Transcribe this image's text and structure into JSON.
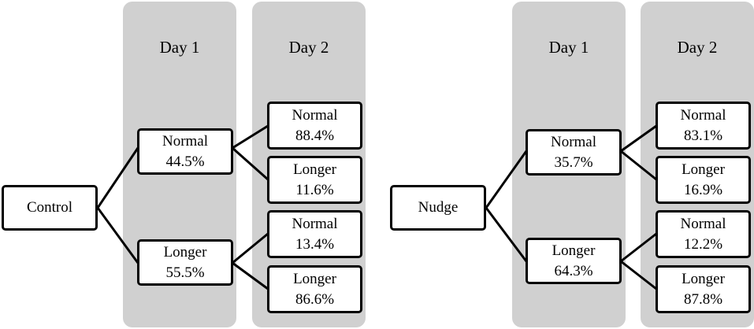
{
  "panels": [
    {
      "root": "Control",
      "columns": [
        "Day 1",
        "Day 2"
      ],
      "day1": [
        {
          "label": "Normal",
          "value": "44.5%",
          "day2": [
            {
              "label": "Normal",
              "value": "88.4%"
            },
            {
              "label": "Longer",
              "value": "11.6%"
            }
          ]
        },
        {
          "label": "Longer",
          "value": "55.5%",
          "day2": [
            {
              "label": "Normal",
              "value": "13.4%"
            },
            {
              "label": "Longer",
              "value": "86.6%"
            }
          ]
        }
      ]
    },
    {
      "root": "Nudge",
      "columns": [
        "Day 1",
        "Day 2"
      ],
      "day1": [
        {
          "label": "Normal",
          "value": "35.7%",
          "day2": [
            {
              "label": "Normal",
              "value": "83.1%"
            },
            {
              "label": "Longer",
              "value": "16.9%"
            }
          ]
        },
        {
          "label": "Longer",
          "value": "64.3%",
          "day2": [
            {
              "label": "Normal",
              "value": "12.2%"
            },
            {
              "label": "Longer",
              "value": "87.8%"
            }
          ]
        }
      ]
    }
  ]
}
